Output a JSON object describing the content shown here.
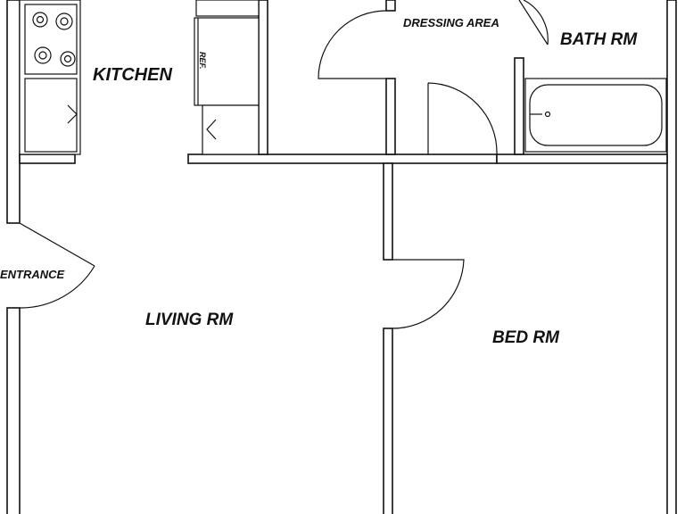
{
  "rooms": {
    "kitchen": "KITCHEN",
    "dressing": "DRESSING AREA",
    "bath": "BATH RM",
    "entrance": "ENTRANCE",
    "living": "LIVING RM",
    "bed": "BED RM"
  },
  "fixtures": {
    "refrigerator": "REF."
  }
}
